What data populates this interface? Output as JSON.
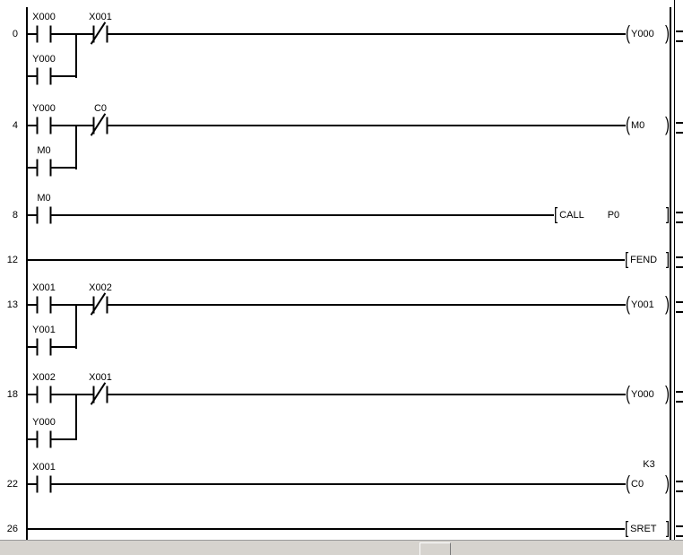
{
  "window": {
    "background": "#ffffff",
    "wire_color": "#000000",
    "scrollbar_track": "#d6d3ce"
  },
  "icons": {
    "coil_open": "(",
    "coil_close": ")",
    "bracket_open": "[",
    "bracket_close": "]"
  },
  "rungs": [
    {
      "step": "0",
      "contacts": [
        {
          "label": "X000",
          "type": "normally-open"
        },
        {
          "label": "X001",
          "type": "normally-closed"
        }
      ],
      "branch_contact": {
        "label": "Y000",
        "type": "normally-open"
      },
      "coil": {
        "label": "Y000"
      }
    },
    {
      "step": "4",
      "contacts": [
        {
          "label": "Y000",
          "type": "normally-open"
        },
        {
          "label": "C0",
          "type": "normally-closed"
        }
      ],
      "branch_contact": {
        "label": "M0",
        "type": "normally-open"
      },
      "coil": {
        "label": "M0"
      }
    },
    {
      "step": "8",
      "contacts": [
        {
          "label": "M0",
          "type": "normally-open"
        }
      ],
      "instruction": {
        "opcode": "CALL",
        "operand": "P0"
      }
    },
    {
      "step": "12",
      "instruction": {
        "opcode": "FEND"
      }
    },
    {
      "step": "13",
      "contacts": [
        {
          "label": "X001",
          "type": "normally-open"
        },
        {
          "label": "X002",
          "type": "normally-closed"
        }
      ],
      "branch_contact": {
        "label": "Y001",
        "type": "normally-open"
      },
      "coil": {
        "label": "Y001"
      }
    },
    {
      "step": "18",
      "contacts": [
        {
          "label": "X002",
          "type": "normally-open"
        },
        {
          "label": "X001",
          "type": "normally-closed"
        }
      ],
      "branch_contact": {
        "label": "Y000",
        "type": "normally-open"
      },
      "coil": {
        "label": "Y000"
      }
    },
    {
      "step": "22",
      "contacts": [
        {
          "label": "X001",
          "type": "normally-open"
        }
      ],
      "coil": {
        "label": "C0",
        "constant": "K3"
      }
    },
    {
      "step": "26",
      "instruction": {
        "opcode": "SRET"
      }
    }
  ]
}
